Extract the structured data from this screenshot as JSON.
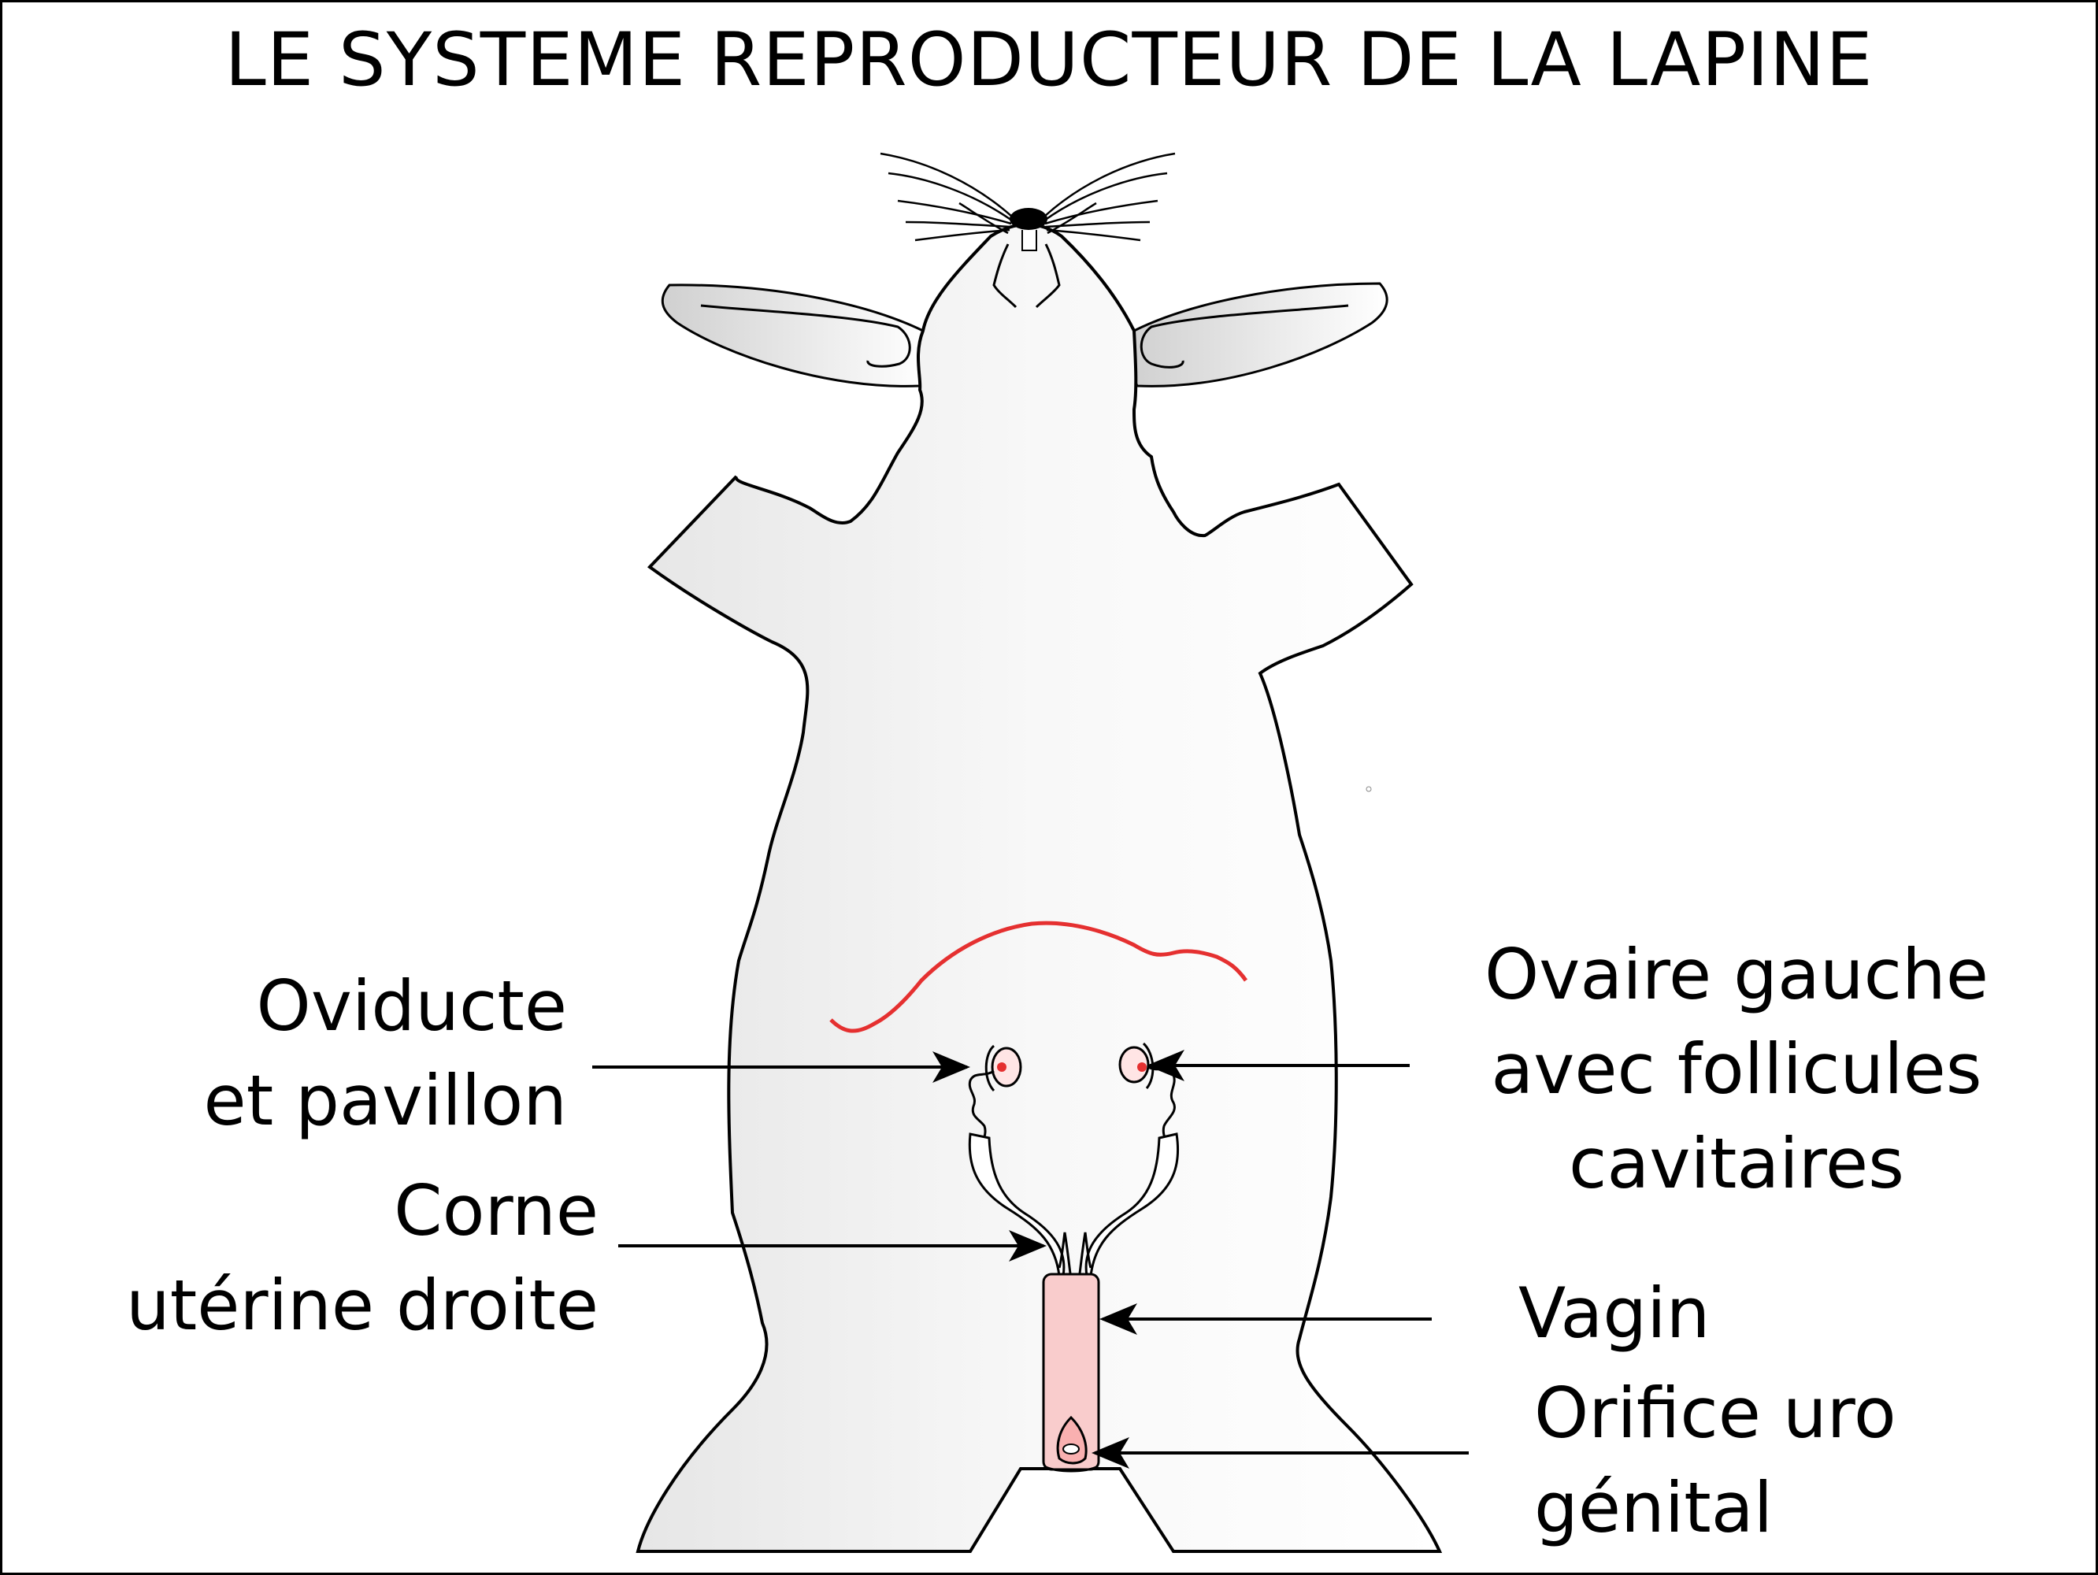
{
  "title": "LE SYSTEME REPRODUCTEUR DE LA LAPINE",
  "labels": {
    "oviducte": {
      "line1": "Oviducte",
      "line2": "et pavillon"
    },
    "corne": {
      "line1": "Corne",
      "line2": "utérine droite"
    },
    "ovaire": {
      "line1": "Ovaire gauche",
      "line2": "avec follicules",
      "line3": "cavitaires"
    },
    "vagin": {
      "line1": "Vagin"
    },
    "orifice": {
      "line1": "Orifice uro",
      "line2": "génital"
    }
  },
  "colors": {
    "body_fill": "#f0f0f0",
    "ear_fill": "#e6e6e6",
    "organ_pink": "#f9cccc",
    "follicle_red": "#e53030",
    "outline": "#000000"
  }
}
